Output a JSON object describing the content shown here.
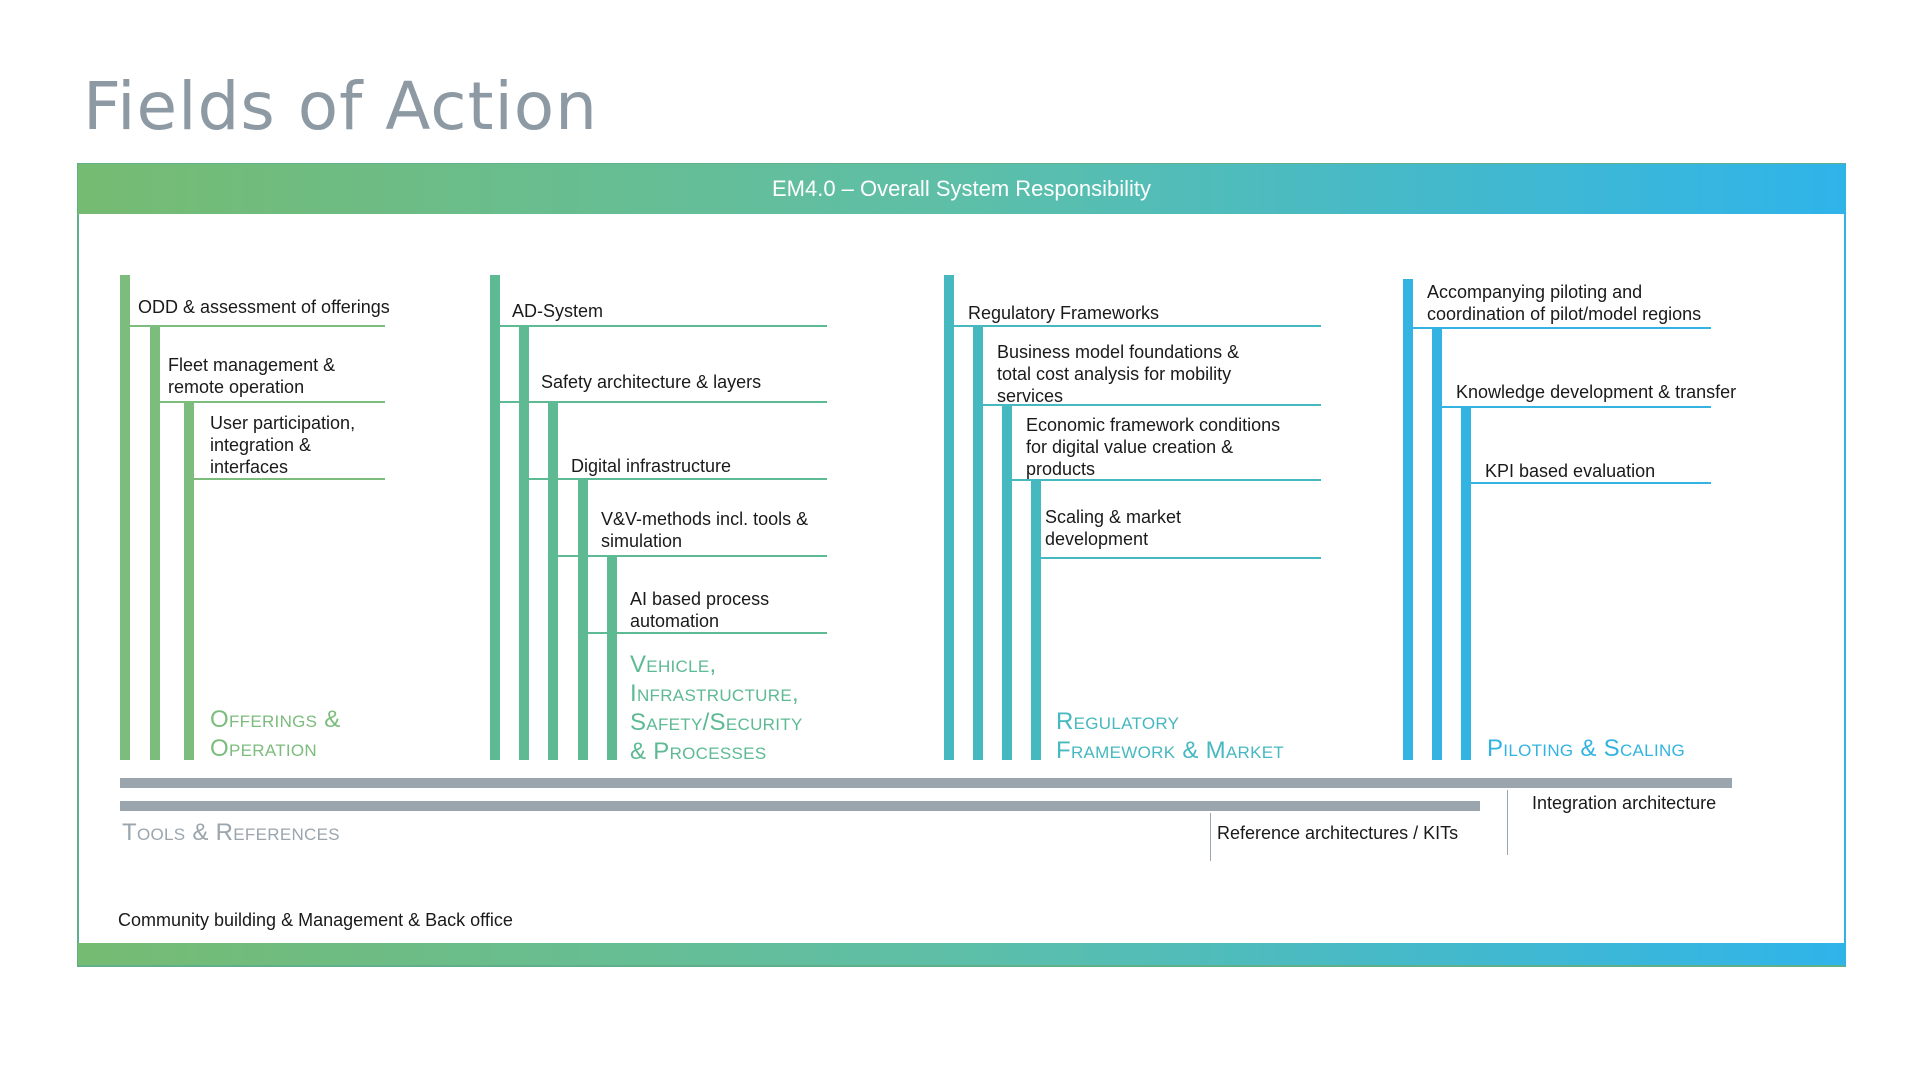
{
  "title": "Fields of Action",
  "header": {
    "label": "EM4.0 – Overall System Responsibility"
  },
  "columns": [
    {
      "color": "#7cbc7d",
      "items": [
        "ODD & assessment of offerings",
        "Fleet management &\nremote operation",
        "User participation,\nintegration &\ninterfaces"
      ],
      "field_label": "Offerings &\nOperation"
    },
    {
      "color": "#5dba93",
      "items": [
        "AD-System",
        "Safety architecture & layers",
        "Digital infrastructure",
        "V&V-methods incl. tools &\nsimulation",
        "AI based process\nautomation"
      ],
      "field_label": "Vehicle,\nInfrastructure,\nSafety/Security\n& Processes"
    },
    {
      "color": "#46b8bf",
      "items": [
        "Regulatory Frameworks",
        "Business model foundations &\ntotal cost analysis for mobility\nservices",
        "Economic framework conditions\nfor digital value creation &\nproducts",
        "Scaling & market\ndevelopment"
      ],
      "field_label": "Regulatory\nFramework & Market"
    },
    {
      "color": "#33b3e2",
      "items": [
        "Accompanying piloting and\ncoordination of pilot/model regions",
        "Knowledge development & transfer",
        "KPI based evaluation"
      ],
      "field_label": "Piloting & Scaling"
    }
  ],
  "bottom": {
    "tools_label": "Tools & References",
    "integration_label": "Integration architecture",
    "reference_label": "Reference architectures / KITs",
    "community_label": "Community building & Management & Back office"
  }
}
